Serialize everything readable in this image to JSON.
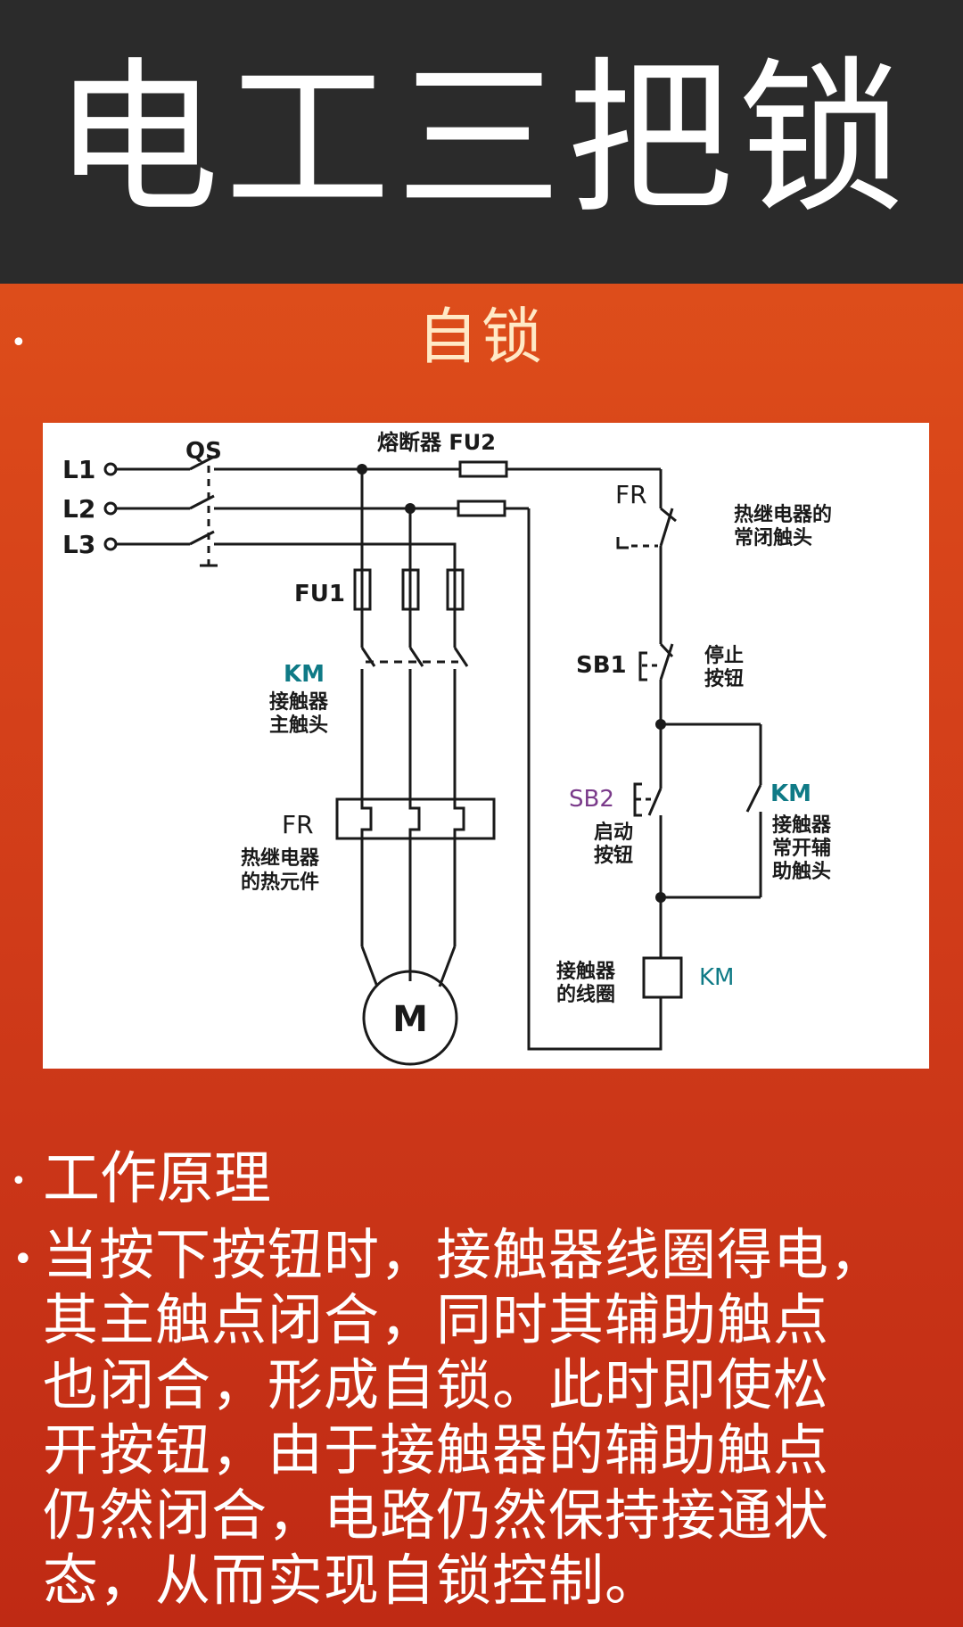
{
  "header": {
    "title": "电工三把锁"
  },
  "section": {
    "title": "自锁"
  },
  "diagram": {
    "lines": {
      "l1": "L1",
      "l2": "L2",
      "l3": "L3"
    },
    "qs": "QS",
    "fu2_label": "熔断器 FU2",
    "fu1": "FU1",
    "km_main": {
      "tag": "KM",
      "desc_1": "接触器",
      "desc_2": "主触头"
    },
    "fr_heater": {
      "tag": "FR",
      "desc_1": "热继电器",
      "desc_2": "的热元件"
    },
    "motor": "M",
    "fr_contact": {
      "tag": "FR",
      "desc_1": "热继电器的",
      "desc_2": "常闭触头"
    },
    "sb1": {
      "tag": "SB1",
      "desc_1": "停止",
      "desc_2": "按钮"
    },
    "sb2": {
      "tag": "SB2",
      "desc_1": "启动",
      "desc_2": "按钮"
    },
    "km_aux": {
      "tag": "KM",
      "desc_1": "接触器",
      "desc_2": "常开辅",
      "desc_3": "助触头"
    },
    "km_coil": {
      "tag": "KM",
      "desc_1": "接触器",
      "desc_2": "的线圈"
    }
  },
  "principle": {
    "heading": "工作原理",
    "lines": [
      "当按下按钮时，接触器线圈得电，",
      "其主触点闭合，同时其辅助触点",
      "也闭合，形成自锁。此时即使松",
      "开按钮，由于接触器的辅助触点",
      "仍然闭合，电路仍然保持接通状",
      "态，从而实现自锁控制。"
    ]
  },
  "colors": {
    "header_bg": "#2b2b2b",
    "panel_bg": "#ffffff",
    "ink": "#1a1a1a",
    "km_tag": "#0f7a86",
    "sb2_tag": "#7a3a8a"
  }
}
